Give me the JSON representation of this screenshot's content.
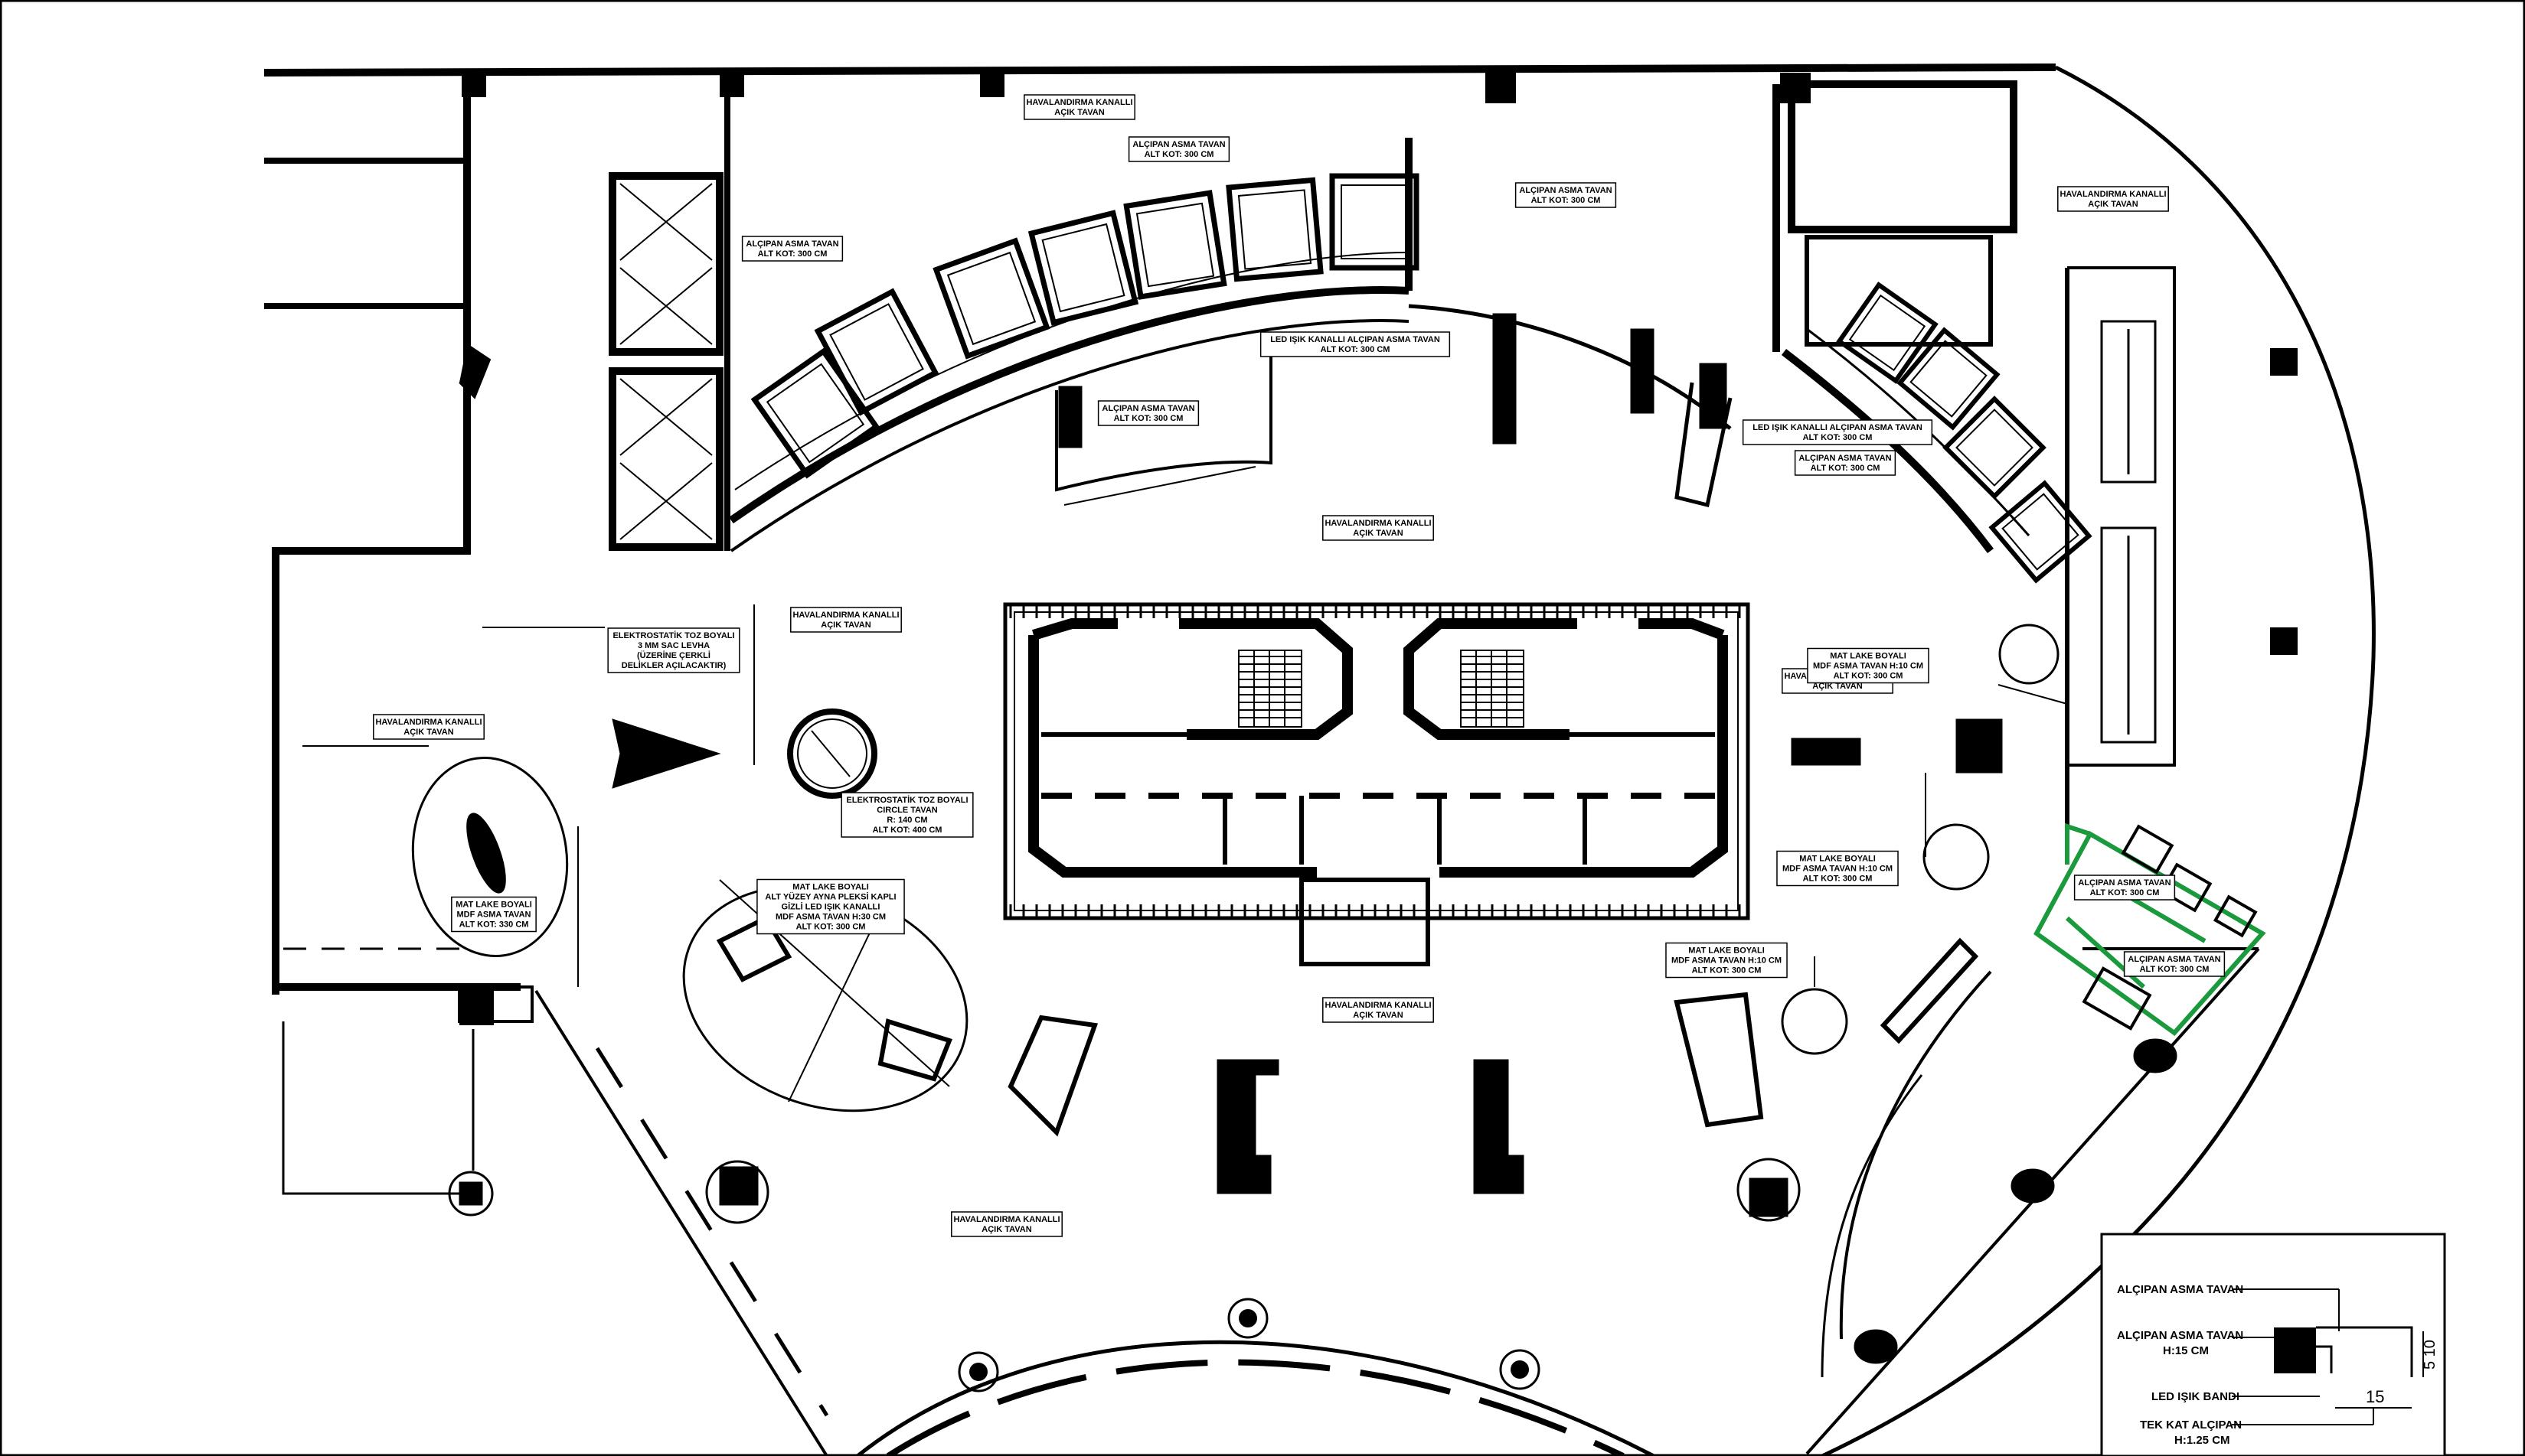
{
  "labels": {
    "havalandirma": [
      "HAVALANDIRMA KANALLI",
      "AÇIK TAVAN"
    ],
    "alcipan_asma": [
      "ALÇIPAN ASMA TAVAN",
      "ALT KOT: 300 CM"
    ],
    "alcipan_asma_short": [
      "ALÇIPAN ASMA TAVAN",
      "ALT KOT: 300 CM"
    ],
    "elektrostatik_levha": [
      "ELEKTROSTATİK TOZ BOYALI",
      "3 MM SAC LEVHA",
      "(ÜZERİNE ÇERKLİ",
      "DELİKLER AÇILACAKTIR)"
    ],
    "elektrostatik_circle": [
      "ELEKTROSTATİK TOZ BOYALI",
      "CIRCLE TAVAN",
      "R: 140 CM",
      "ALT KOT: 400 CM"
    ],
    "mat_lake_ellipse": [
      "MAT LAKE BOYALI",
      "MDF ASMA TAVAN",
      "ALT KOT: 330 CM"
    ],
    "mat_lake_big": [
      "MAT LAKE BOYALI",
      "ALT YÜZEY AYNA PLEKSİ KAPLI",
      "GİZLİ LED IŞIK KANALLI",
      "MDF ASMA TAVAN H:30 CM",
      "ALT KOT: 300 CM"
    ],
    "mat_lake_right": [
      "MAT LAKE BOYALI",
      "MDF ASMA TAVAN H:10 CM",
      "ALT KOT: 300 CM"
    ],
    "led_note": [
      "LED IŞIK KANALLI ALÇIPAN ASMA TAVAN",
      "ALT KOT: 300 CM"
    ]
  },
  "legend": {
    "items": [
      {
        "line1": "ALÇIPAN ASMA TAVAN",
        "line2": ""
      },
      {
        "line1": "ALÇIPAN ASMA TAVAN",
        "line2": "H:15 CM"
      },
      {
        "line1": "LED IŞIK BANDI",
        "line2": ""
      },
      {
        "line1": "TEK KAT ALÇIPAN",
        "line2": "H:1.25 CM"
      }
    ],
    "dim_v": "5 10",
    "dim_h": "15"
  },
  "colors": {
    "line": "#000000",
    "highlight": "#1a9a3c",
    "background": "#ffffff"
  }
}
